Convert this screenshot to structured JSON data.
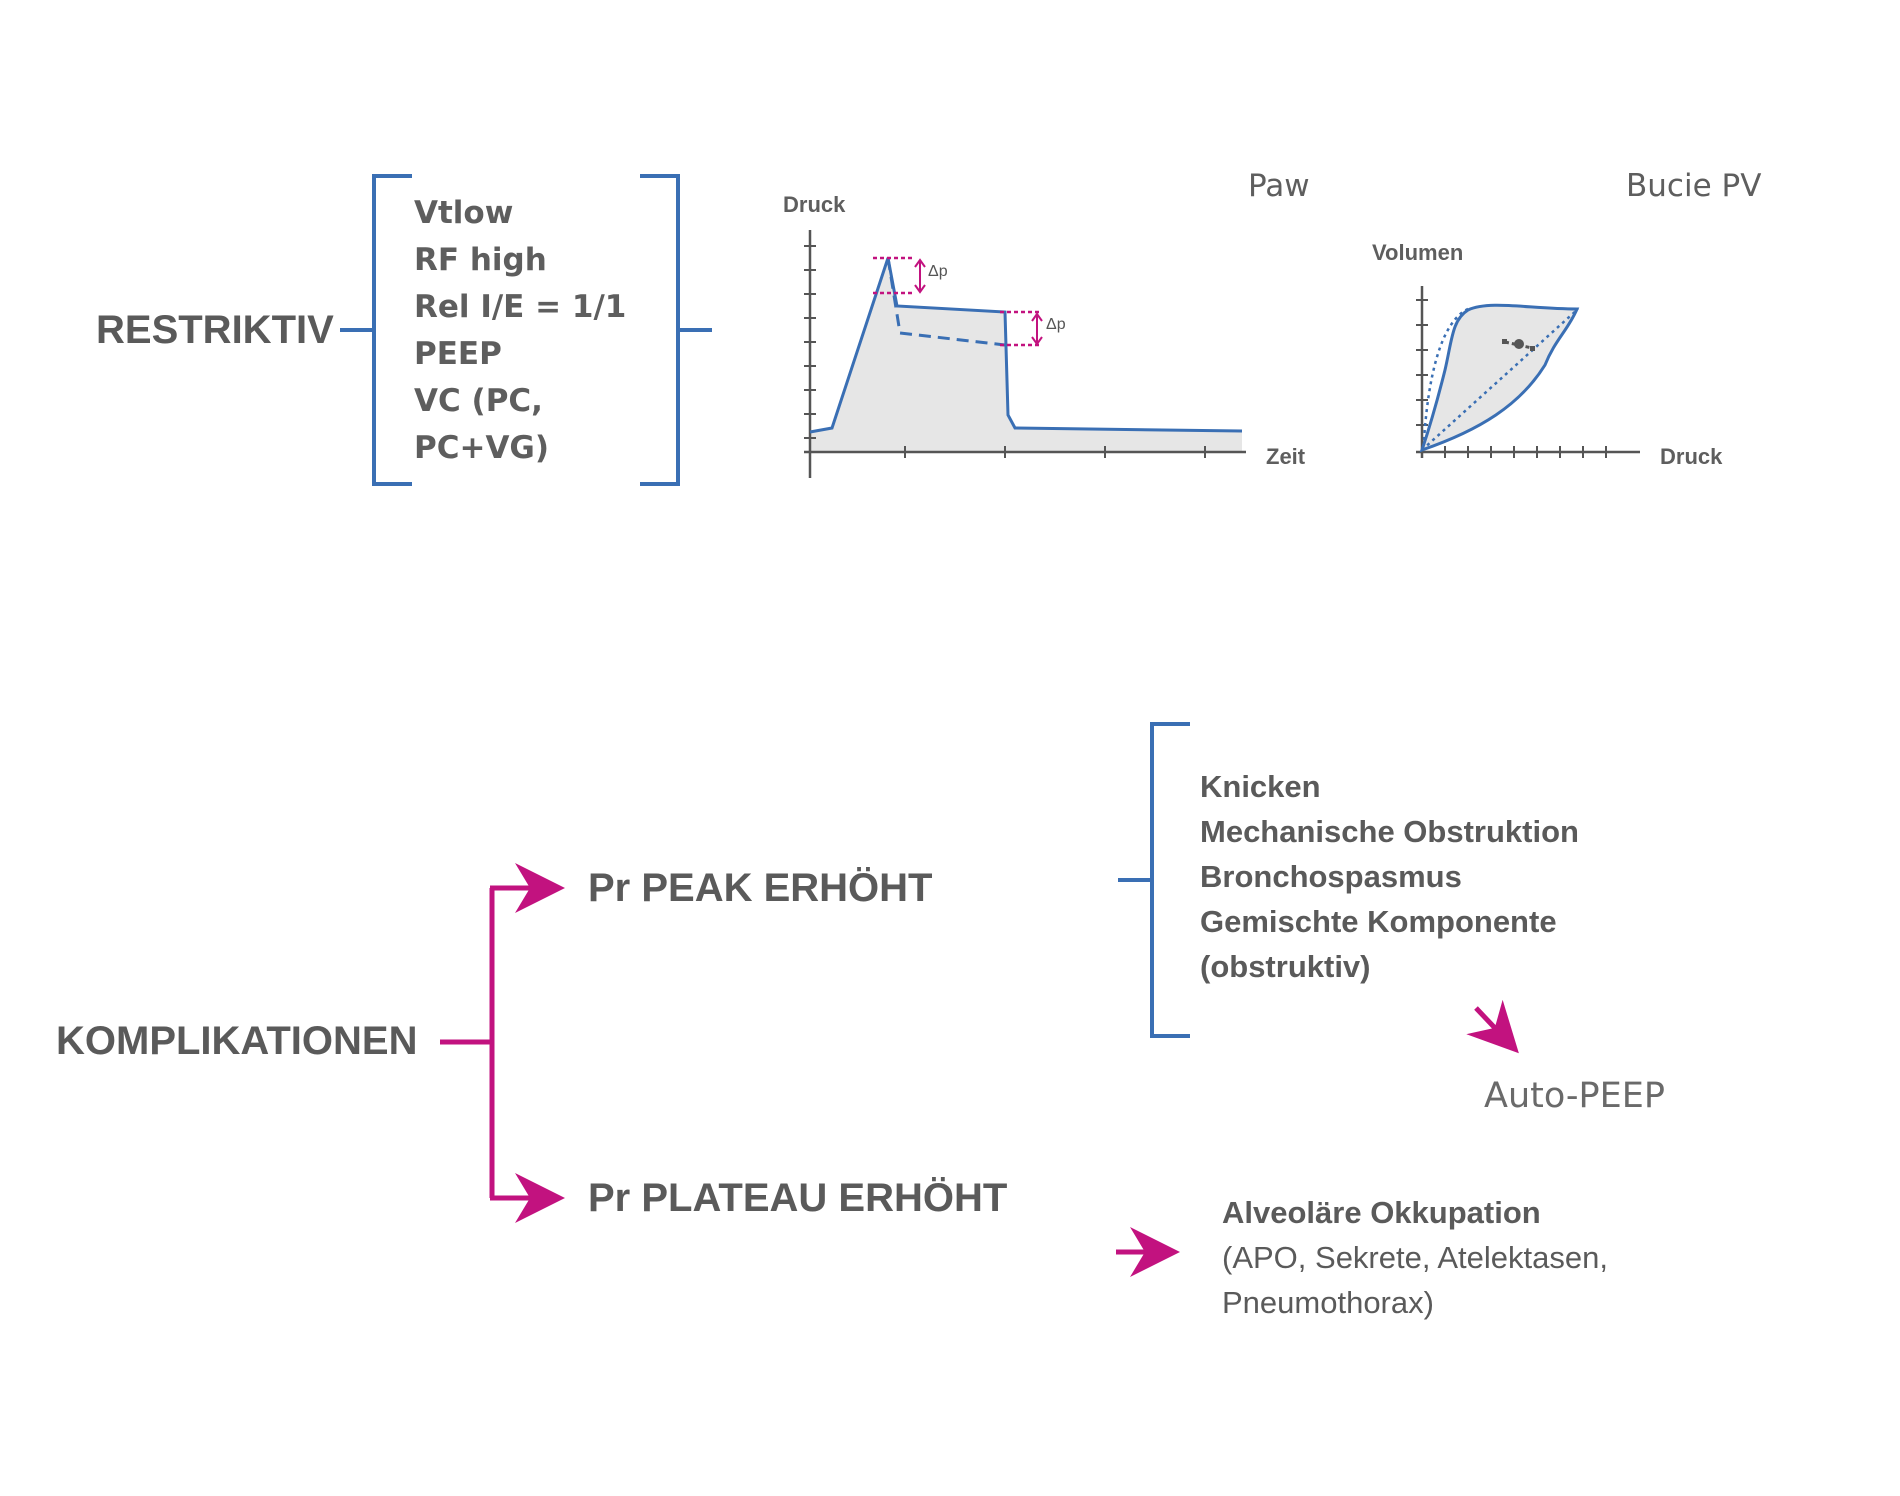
{
  "restriktiv": {
    "label": "RESTRIKTIV",
    "params": [
      "Vtlow",
      "RF high",
      "Rel I/E = 1/1",
      "PEEP",
      "VC (PC,",
      "PC+VG)"
    ]
  },
  "paw_chart": {
    "title": "Paw",
    "ylabel": "Druck",
    "xlabel": "Zeit",
    "delta_label_1": "Δp",
    "delta_label_2": "Δp"
  },
  "pv_chart": {
    "title": "Bucie PV",
    "ylabel": "Volumen",
    "xlabel": "Druck"
  },
  "komplikationen": {
    "label": "KOMPLIKATIONEN",
    "peak": {
      "label": "Pr PEAK ERHÖHT",
      "causes": [
        "Knicken",
        "Mechanische Obstruktion",
        "Bronchospasmus",
        "Gemischte Komponente",
        "(obstruktiv)"
      ],
      "consequence": "Auto-PEEP"
    },
    "plateau": {
      "label": "Pr PLATEAU ERHÖHT",
      "result_head": "Alveoläre Okkupation",
      "result_lines": [
        "(APO, Sekrete, Atelektasen,",
        "Pneumothorax)"
      ]
    }
  },
  "colors": {
    "blue": "#3a6fb4",
    "magenta": "#c2127f",
    "text": "#5a5a5a",
    "fill": "#e6e6e6"
  }
}
